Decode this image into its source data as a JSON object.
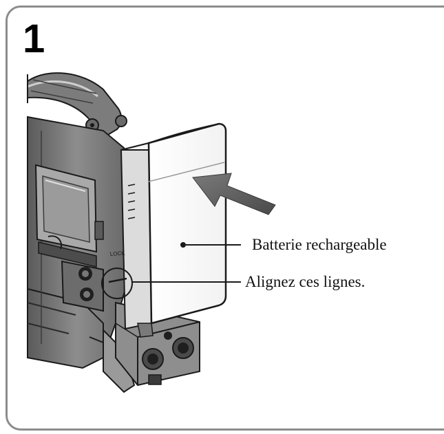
{
  "step": {
    "number": "1"
  },
  "labels": {
    "battery": "Batterie rechargeable",
    "align": "Alignez ces lignes.",
    "lock_marking": "LOCK"
  },
  "icons": {
    "arrow": "insert-direction-arrow-icon"
  },
  "colors": {
    "frame": "#8c8c8c",
    "line": "#1a1a1a",
    "shade": "#9a9a9a",
    "dark": "#3a3a3a"
  }
}
